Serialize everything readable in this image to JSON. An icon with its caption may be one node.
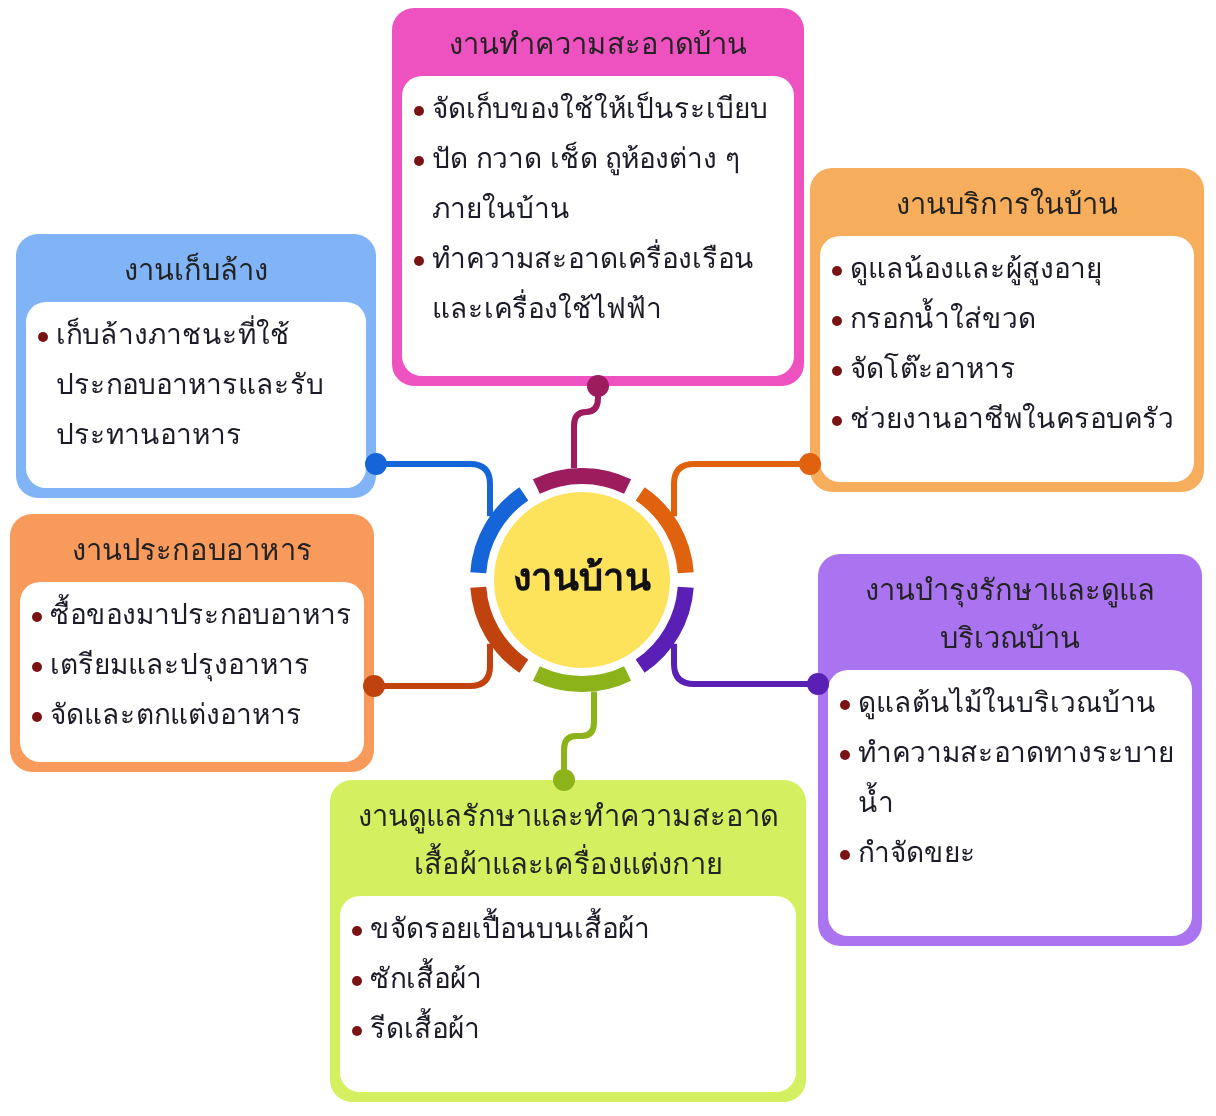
{
  "diagram": {
    "nodes": [
      {
        "text": [
          "งานบ้าน"
        ]
      },
      {
        "text": [
          "งานทำความสะอาดบ้าน",
          "จัดเก็บของใช้ให้เป็นระเบียบ",
          "ปัด กวาด เช็ด ถูห้องต่าง ๆ ภายในบ้าน",
          "ทำความสะอาดเครื่องเรือนและเครื่องใช้ไฟฟ้า"
        ]
      },
      {
        "text": [
          "งานบริการในบ้าน",
          "ดูแลน้องและผู้สูงอายุ",
          "กรอกน้ำใส่ขวด",
          "จัดโต๊ะอาหาร",
          "ช่วยงานอาชีพในครอบครัว"
        ]
      },
      {
        "text": [
          "งานเก็บล้าง",
          "เก็บล้างภาชนะที่ใช้ประกอบอาหารและรับประทานอาหาร"
        ]
      },
      {
        "text": [
          "งานประกอบอาหาร",
          "ซื้อของมาประกอบอาหาร",
          "เตรียมและปรุงอาหาร",
          "จัดและตกแต่งอาหาร"
        ]
      },
      {
        "text": [
          "งานบำรุงรักษาและดูแลบริเวณบ้าน",
          "ดูแลต้นไม้ในบริเวณบ้าน",
          "ทำความสะอาดทางระบายน้ำ",
          "กำจัดขยะ"
        ]
      },
      {
        "text": [
          "งานดูแลรักษาและทำความสะอาดเสื้อผ้าและเครื่องแต่งกาย",
          "ขจัดรอยเปื้อนบนเสื้อผ้า",
          "ซักเสื้อผ้า",
          "รีดเสื้อผ้า"
        ]
      }
    ],
    "edges": [
      {
        "from": 0,
        "to": 1,
        "arrow": "other",
        "color": "#9c1c5e"
      },
      {
        "from": 0,
        "to": 2,
        "arrow": "other",
        "color": "#e0620e"
      },
      {
        "from": 0,
        "to": 3,
        "arrow": "other",
        "color": "#1565d8"
      },
      {
        "from": 0,
        "to": 4,
        "arrow": "other",
        "color": "#c0420e"
      },
      {
        "from": 0,
        "to": 5,
        "arrow": "other",
        "color": "#5a1fb4"
      },
      {
        "from": 0,
        "to": 6,
        "arrow": "other",
        "color": "#8cb41a"
      }
    ]
  }
}
